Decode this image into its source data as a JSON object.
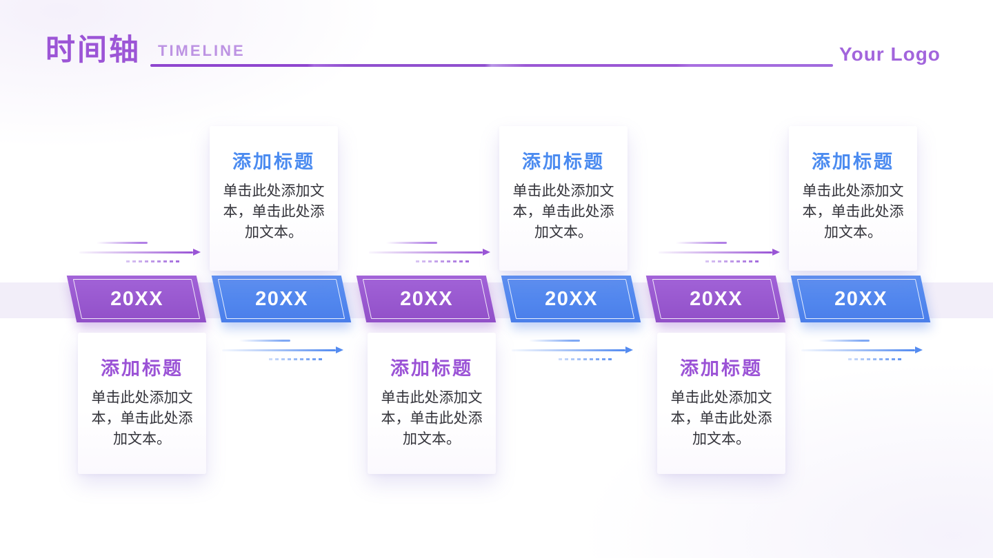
{
  "header": {
    "title_zh": "时间轴",
    "title_en": "TIMELINE",
    "logo_text": "Your Logo"
  },
  "timeline": {
    "items": [
      {
        "year": "20XX",
        "theme": "purple",
        "card_side": "below",
        "card": {
          "title": "添加标题",
          "body": "单击此处添加文本，单击此处添加文本。"
        }
      },
      {
        "year": "20XX",
        "theme": "blue",
        "card_side": "above",
        "card": {
          "title": "添加标题",
          "body": "单击此处添加文本，单击此处添加文本。"
        }
      },
      {
        "year": "20XX",
        "theme": "purple",
        "card_side": "below",
        "card": {
          "title": "添加标题",
          "body": "单击此处添加文本，单击此处添加文本。"
        }
      },
      {
        "year": "20XX",
        "theme": "blue",
        "card_side": "above",
        "card": {
          "title": "添加标题",
          "body": "单击此处添加文本，单击此处添加文本。"
        }
      },
      {
        "year": "20XX",
        "theme": "purple",
        "card_side": "below",
        "card": {
          "title": "添加标题",
          "body": "单击此处添加文本，单击此处添加文本。"
        }
      },
      {
        "year": "20XX",
        "theme": "blue",
        "card_side": "above",
        "card": {
          "title": "添加标题",
          "body": "单击此处添加文本，单击此处添加文本。"
        }
      }
    ]
  },
  "colors": {
    "purple_accent": "#9a5acd",
    "blue_accent": "#4e86ec",
    "title_purple": "#9c55d6",
    "subtitle_purple": "#bd93e3",
    "card_title_blue": "#4b8bf0",
    "card_title_purple": "#9b53d6",
    "band": "#f2eef9",
    "body_text": "#33333a"
  }
}
